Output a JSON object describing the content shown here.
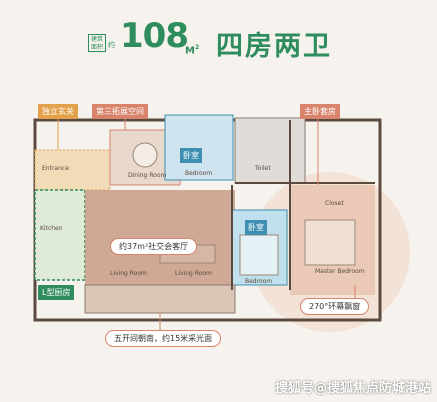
{
  "header": {
    "area_tag_line1": "建筑",
    "area_tag_line2": "面积",
    "area_tag_suffix": "约",
    "area_value": "108",
    "area_unit": "M",
    "area_unit_sup": "2",
    "layout_title": "四房两卫"
  },
  "callouts": {
    "foyer": "独立玄关",
    "third_space": "第三拓展空间",
    "master": "主卧套房",
    "bedroom_1": "卧室",
    "bedroom_2": "卧室",
    "living": "约37m²社交会客厅",
    "kitchen": "L型厨房",
    "bay": "270°环幕飘窗",
    "bottom_note": "五开间朝南，约15米采光面"
  },
  "room_names": {
    "entrance": "Entrance",
    "kitchen": "Kitchen",
    "dining": "Dining Room",
    "living": "Living Room",
    "living2": "Living Room",
    "bedroom_a": "Bedroom",
    "bedroom_b": "Bedroom",
    "master": "Master Bedroom",
    "closet": "Closet",
    "toilet": "Toilet"
  },
  "colors": {
    "brand_green": "#2f8c5d",
    "accent_orange": "#e2a14a",
    "accent_coral": "#d8836b",
    "bedroom_blue": "#3e8fb1"
  },
  "watermark": "搜狐号@搜狐焦点防城港站"
}
